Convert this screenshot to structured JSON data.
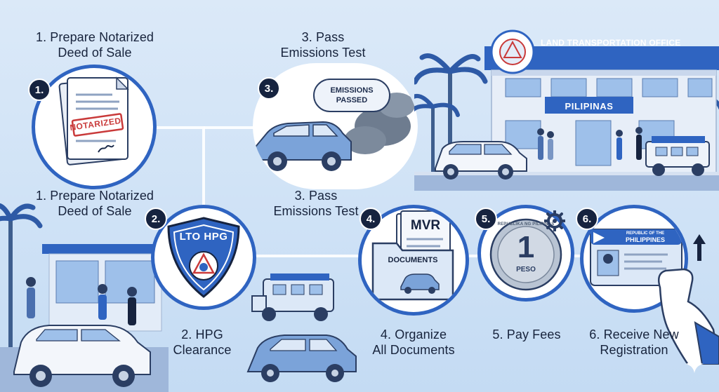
{
  "steps": [
    {
      "number": "1.",
      "title_line1": "1. Prepare Notarized",
      "title_line2": "Deed of Sale"
    },
    {
      "number": "2.",
      "title_line1": "2. HPG",
      "title_line2": "Clearance"
    },
    {
      "number": "3.",
      "title_line1": "3. Pass",
      "title_line2": "Emissions Test"
    },
    {
      "number": "4.",
      "title_line1": "4. Organize",
      "title_line2": "All Documents"
    },
    {
      "number": "5.",
      "title_line1": "5. Pay Fees",
      "title_line2": ""
    },
    {
      "number": "6.",
      "title_line1": "6. Receive New",
      "title_line2": "Registration"
    }
  ],
  "top_titles": {
    "step1_line1": "1. Prepare Notarized",
    "step1_line2": "Deed of Sale",
    "step3_line1": "3. Pass",
    "step3_line2": "Emissions Test"
  },
  "labels": {
    "notarized_stamp": "NOTARIZED",
    "emissions_bubble_line1": "EMISSIONS",
    "emissions_bubble_line2": "PASSED",
    "lto_sign": "LAND TRANSPORTATION OFFICE",
    "building_sign": "PILIPINAS",
    "hpg_badge": "LTO HPG",
    "mvr_label": "MVR",
    "documents_label": "DOCUMENTS",
    "coin_value": "1",
    "coin_unit": "PESO",
    "coin_text": "REPUBLIKA NG PILIPINAS",
    "card_line1": "REPUBLIC OF THE",
    "card_line2": "PHILIPPINES"
  },
  "colors": {
    "accent": "#2f64c1",
    "dark": "#16233f",
    "light_blue": "#cfe2f6"
  }
}
